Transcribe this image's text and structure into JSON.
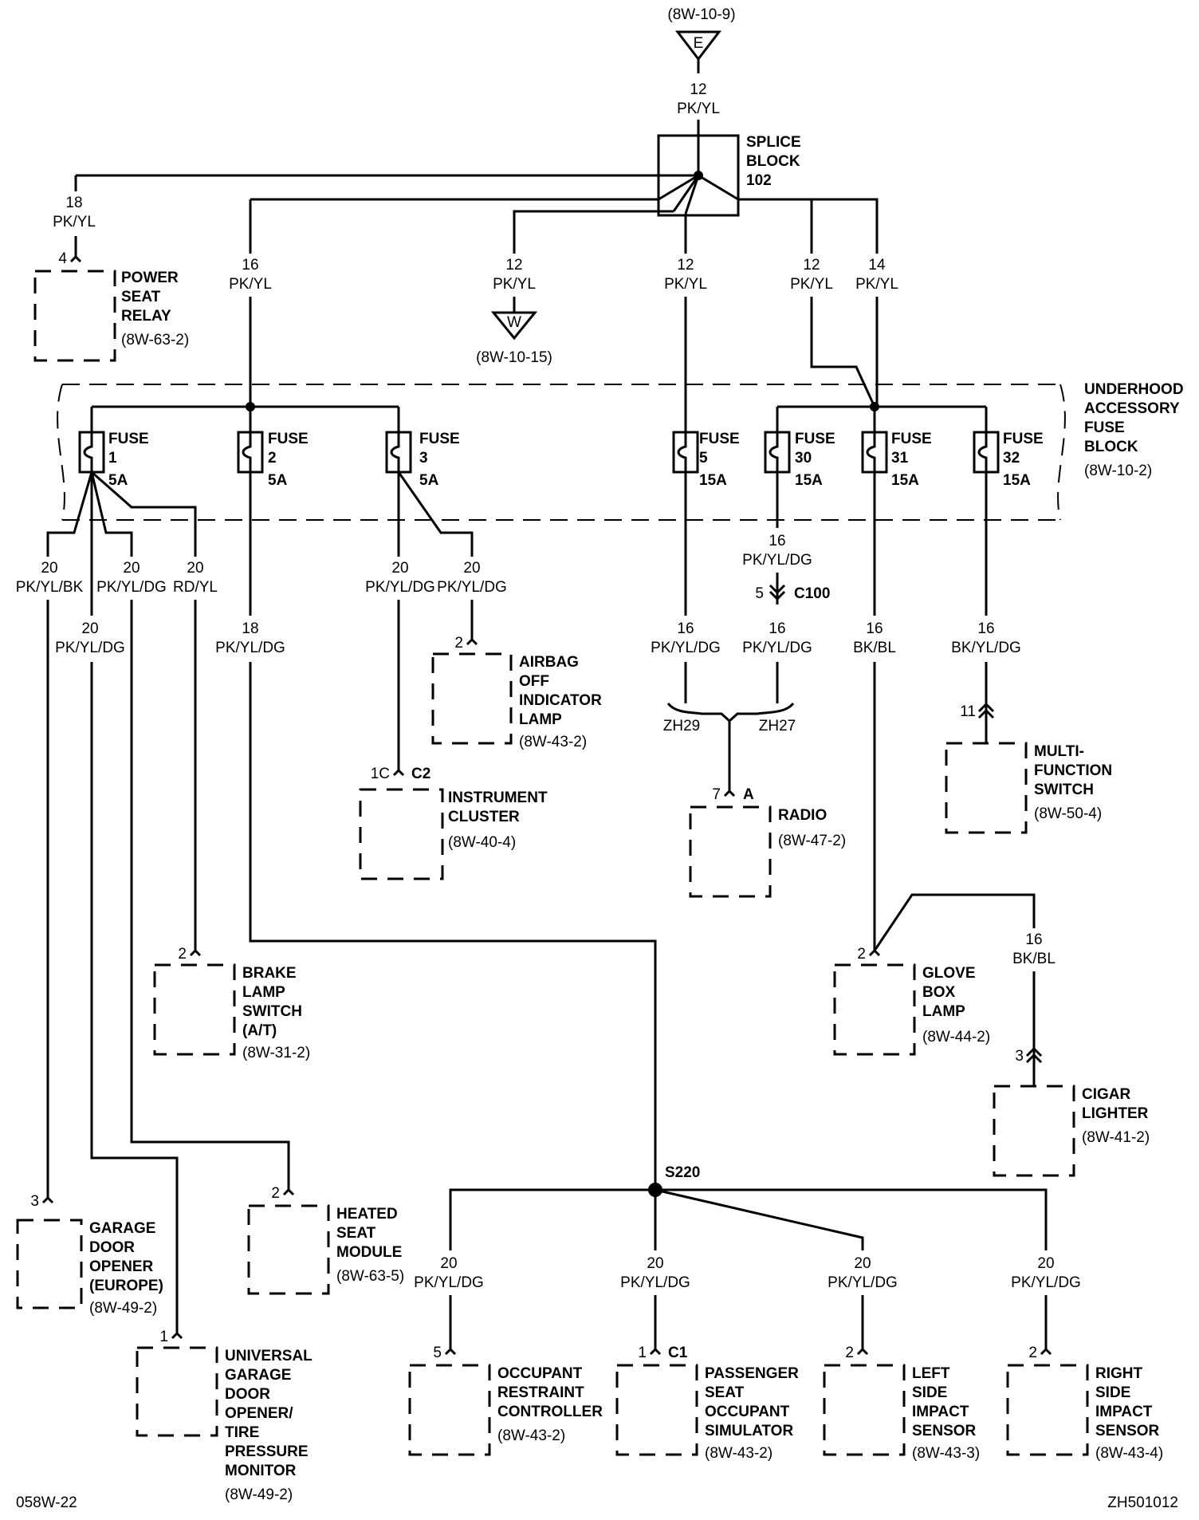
{
  "refs": {
    "top": "(8W-10-9)",
    "ground_w": "(8W-10-15)",
    "fuse_block": "(8W-10-2)"
  },
  "symbols": {
    "e": "E",
    "w": "W"
  },
  "splice_block": {
    "l1": "SPLICE",
    "l2": "BLOCK",
    "l3": "102"
  },
  "fuse_block": {
    "l1": "UNDERHOOD",
    "l2": "ACCESSORY",
    "l3": "FUSE",
    "l4": "BLOCK"
  },
  "wires": {
    "top": {
      "gauge": "12",
      "color": "PK/YL"
    },
    "psr": {
      "gauge": "18",
      "color": "PK/YL"
    },
    "f2in": {
      "gauge": "16",
      "color": "PK/YL"
    },
    "gnd": {
      "gauge": "12",
      "color": "PK/YL"
    },
    "f5in": {
      "gauge": "12",
      "color": "PK/YL"
    },
    "f30in": {
      "gauge": "12",
      "color": "PK/YL"
    },
    "f31in": {
      "gauge": "14",
      "color": "PK/YL"
    },
    "f1a": {
      "gauge": "20",
      "color": "PK/YL/BK"
    },
    "f1b": {
      "gauge": "20",
      "color": "PK/YL/DG"
    },
    "f1c": {
      "gauge": "20",
      "color": "PK/YL/DG"
    },
    "f1d": {
      "gauge": "20",
      "color": "RD/YL"
    },
    "f2out": {
      "gauge": "18",
      "color": "PK/YL/DG"
    },
    "f3a": {
      "gauge": "20",
      "color": "PK/YL/DG"
    },
    "f3b": {
      "gauge": "20",
      "color": "PK/YL/DG"
    },
    "f5out": {
      "gauge": "16",
      "color": "PK/YL/DG"
    },
    "f30a": {
      "gauge": "16",
      "color": "PK/YL/DG"
    },
    "f30b": {
      "gauge": "16",
      "color": "PK/YL/DG"
    },
    "f31out": {
      "gauge": "16",
      "color": "BK/BL"
    },
    "f32out": {
      "gauge": "16",
      "color": "BK/YL/DG"
    },
    "cig": {
      "gauge": "16",
      "color": "BK/BL"
    },
    "s1": {
      "gauge": "20",
      "color": "PK/YL/DG"
    },
    "s2": {
      "gauge": "20",
      "color": "PK/YL/DG"
    },
    "s3": {
      "gauge": "20",
      "color": "PK/YL/DG"
    },
    "s4": {
      "gauge": "20",
      "color": "PK/YL/DG"
    }
  },
  "fuses": [
    {
      "label": "FUSE",
      "number": "1",
      "amps": "5A"
    },
    {
      "label": "FUSE",
      "number": "2",
      "amps": "5A"
    },
    {
      "label": "FUSE",
      "number": "3",
      "amps": "5A"
    },
    {
      "label": "FUSE",
      "number": "5",
      "amps": "15A"
    },
    {
      "label": "FUSE",
      "number": "30",
      "amps": "15A"
    },
    {
      "label": "FUSE",
      "number": "31",
      "amps": "15A"
    },
    {
      "label": "FUSE",
      "number": "32",
      "amps": "15A"
    }
  ],
  "connectors": {
    "c100": {
      "pin": "5",
      "name": "C100"
    },
    "zh29": "ZH29",
    "zh27": "ZH27",
    "s220": "S220"
  },
  "components": {
    "power_seat_relay": {
      "pin": "4",
      "name": [
        "POWER",
        "SEAT",
        "RELAY"
      ],
      "ref": "(8W-63-2)"
    },
    "airbag_lamp": {
      "pin": "2",
      "name": [
        "AIRBAG",
        "OFF",
        "INDICATOR",
        "LAMP"
      ],
      "ref": "(8W-43-2)"
    },
    "instrument_cluster": {
      "pin": "1C",
      "conn": "C2",
      "name": [
        "INSTRUMENT",
        "CLUSTER"
      ],
      "ref": "(8W-40-4)"
    },
    "radio": {
      "pin": "7",
      "conn": "A",
      "name": [
        "RADIO"
      ],
      "ref": "(8W-47-2)"
    },
    "multifunction_switch": {
      "pin": "11",
      "name": [
        "MULTI-",
        "FUNCTION",
        "SWITCH"
      ],
      "ref": "(8W-50-4)"
    },
    "brake_lamp_switch": {
      "pin": "2",
      "name": [
        "BRAKE",
        "LAMP",
        "SWITCH",
        "(A/T)"
      ],
      "ref": "(8W-31-2)"
    },
    "glove_box_lamp": {
      "pin": "2",
      "name": [
        "GLOVE",
        "BOX",
        "LAMP"
      ],
      "ref": "(8W-44-2)"
    },
    "cigar_lighter": {
      "pin": "3",
      "name": [
        "CIGAR",
        "LIGHTER"
      ],
      "ref": "(8W-41-2)"
    },
    "garage_door_opener": {
      "pin": "3",
      "name": [
        "GARAGE",
        "DOOR",
        "OPENER",
        "(EUROPE)"
      ],
      "ref": "(8W-49-2)"
    },
    "heated_seat_module": {
      "pin": "2",
      "name": [
        "HEATED",
        "SEAT",
        "MODULE"
      ],
      "ref": "(8W-63-5)"
    },
    "universal_garage": {
      "pin": "1",
      "name": [
        "UNIVERSAL",
        "GARAGE",
        "DOOR",
        "OPENER/",
        "TIRE",
        "PRESSURE",
        "MONITOR"
      ],
      "ref": "(8W-49-2)"
    },
    "orc": {
      "pin": "5",
      "name": [
        "OCCUPANT",
        "RESTRAINT",
        "CONTROLLER"
      ],
      "ref": "(8W-43-2)"
    },
    "psos": {
      "pin": "1",
      "conn": "C1",
      "name": [
        "PASSENGER",
        "SEAT",
        "OCCUPANT",
        "SIMULATOR"
      ],
      "ref": "(8W-43-2)"
    },
    "left_impact": {
      "pin": "2",
      "name": [
        "LEFT",
        "SIDE",
        "IMPACT",
        "SENSOR"
      ],
      "ref": "(8W-43-3)"
    },
    "right_impact": {
      "pin": "2",
      "name": [
        "RIGHT",
        "SIDE",
        "IMPACT",
        "SENSOR"
      ],
      "ref": "(8W-43-4)"
    }
  },
  "footer": {
    "left": "058W-22",
    "right": "ZH501012"
  }
}
